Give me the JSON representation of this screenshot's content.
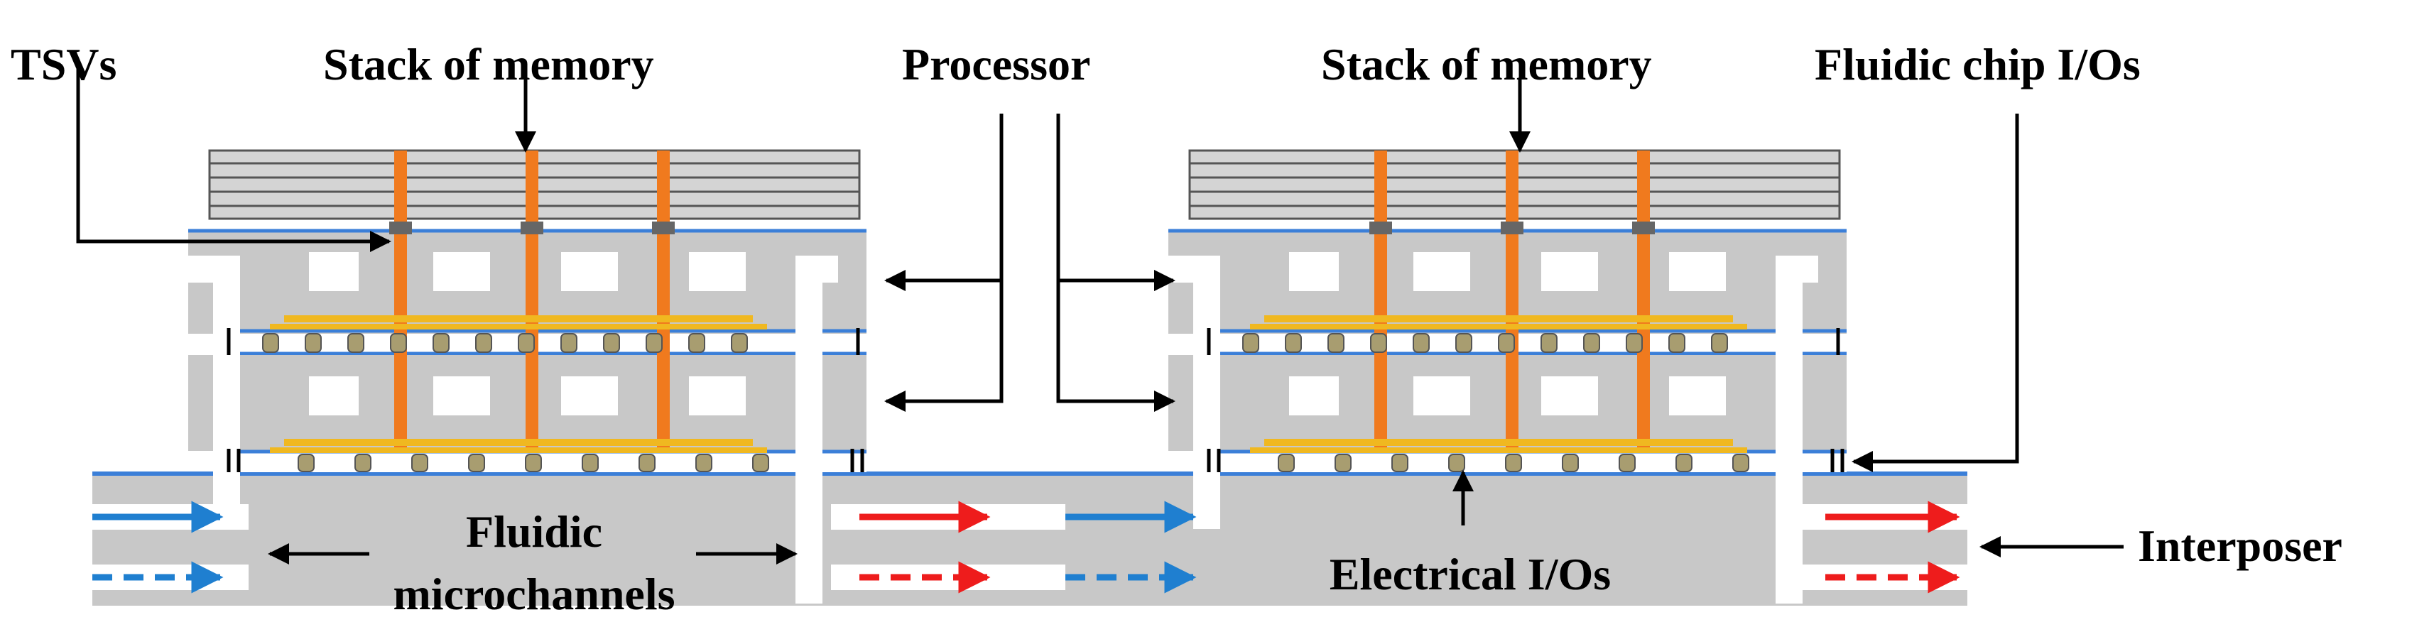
{
  "labels": {
    "tsvs": "TSVs",
    "stack_left": "Stack of memory",
    "processor": "Processor",
    "stack_right": "Stack of memory",
    "fluidic_io": "Fluidic chip I/Os",
    "fluidic_line1": "Fluidic",
    "fluidic_line2": "microchannels",
    "electrical_io": "Electrical I/Os",
    "interposer": "Interposer"
  },
  "colors": {
    "silicon": "#c8c8c8",
    "tsv": "#f07a1e",
    "solder": "#f0b820",
    "bump": "#a89d70",
    "bond_line": "#3b7fd8",
    "inlet_arrow": "#1f7fd0",
    "outlet_arrow": "#ee1c1c",
    "memory": "#d4d4d4"
  }
}
